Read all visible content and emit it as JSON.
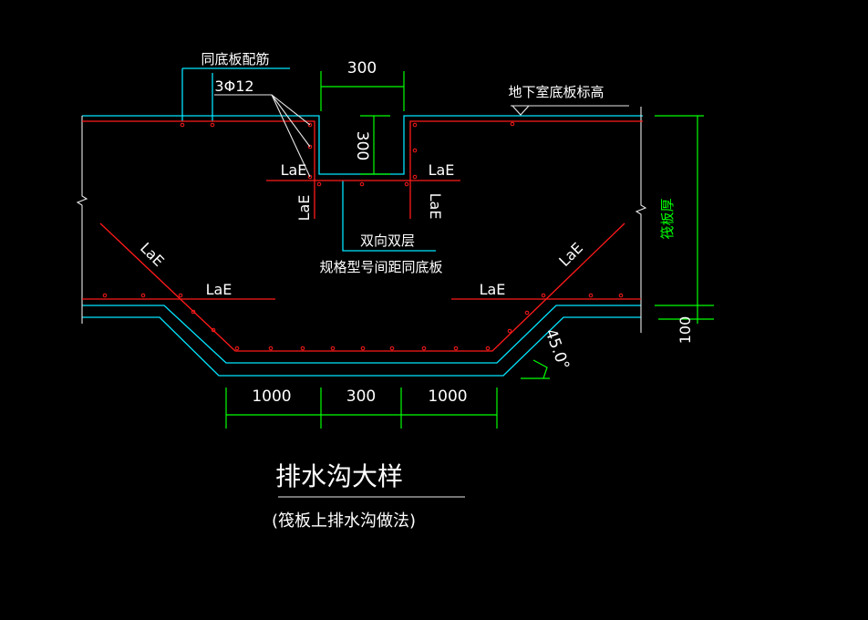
{
  "drawing": {
    "title": "排水沟大样",
    "subtitle": "(筏板上排水沟做法)",
    "labels": {
      "same_as_slab_rebar": "同底板配筋",
      "rebar_spec": "3Φ12",
      "basement_slab_elevation": "地下室底板标高",
      "two_way_two_layer": "双向双层",
      "spec_same_as_slab": "规格型号间距同底板",
      "raft_thickness": "筏板厚",
      "anchor_length": "LaE",
      "angle": "45.0°"
    },
    "dimensions": {
      "trench_width_top": "300",
      "trench_depth": "300",
      "bottom_left": "1000",
      "bottom_mid": "300",
      "bottom_right": "1000",
      "cushion": "100"
    },
    "colors": {
      "concrete": "#00e5ff",
      "rebar": "#ff1a1a",
      "dimension": "#00ff00",
      "text": "#ffffff"
    }
  }
}
